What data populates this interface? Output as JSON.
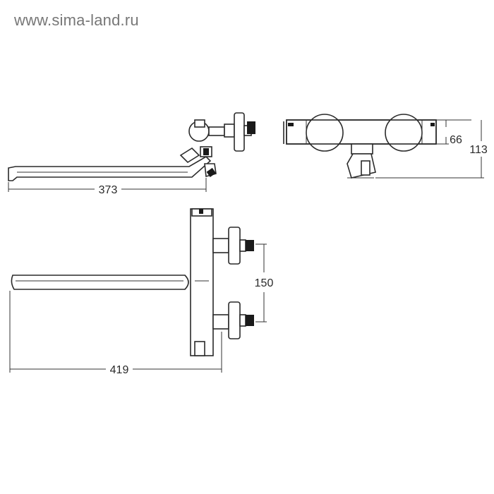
{
  "watermark": "www.sima-land.ru",
  "dimensions": {
    "top_spout_length": "373",
    "side_height_small": "66",
    "side_height_total": "113",
    "inlet_spacing": "150",
    "front_total_length": "419"
  }
}
